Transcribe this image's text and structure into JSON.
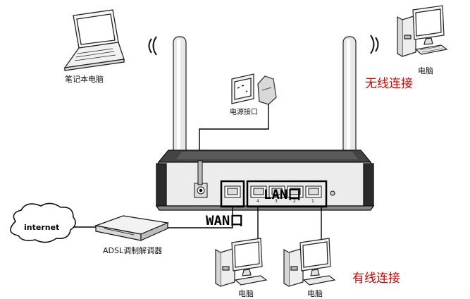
{
  "labels": {
    "laptop": "笔记本电脑",
    "pc_top_right": "电脑",
    "power_outlet": "电源接口",
    "wireless": "无线连接",
    "lan_port": "LAN口",
    "wan_port": "WAN口",
    "internet": "internet",
    "modem": "ADSL调制解调器",
    "wired": "有线连接",
    "pc_bottom_left": "电脑",
    "pc_bottom_right": "电脑",
    "port_numbers": [
      "4",
      "3",
      "2",
      "1"
    ]
  },
  "colors": {
    "highlight_text": "#d40000",
    "line": "#000000"
  },
  "icons": [
    "laptop-icon",
    "desktop-pc-icon",
    "wireless-signal-icon",
    "power-adapter-icon",
    "cloud-icon",
    "modem-icon",
    "router-icon"
  ]
}
